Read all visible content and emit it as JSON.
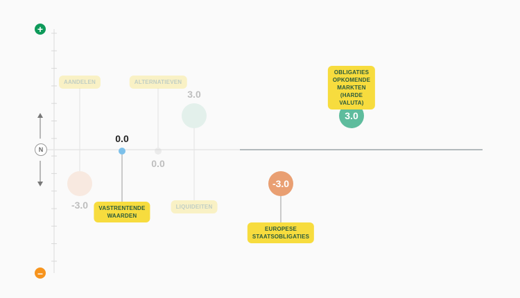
{
  "scale": {
    "plus_symbol": "+",
    "minus_symbol": "–",
    "neutral_label": "N",
    "plus_color": "#0e9a5a",
    "minus_color": "#f7941d"
  },
  "chart_data": {
    "type": "scatter",
    "ylim": [
      -5,
      5
    ],
    "items": [
      {
        "label": "AANDELEN",
        "value": -3.0,
        "value_label": "-3.0",
        "highlighted": false,
        "color": "#f4c9ae"
      },
      {
        "label": "VASTRENTENDE\nWAARDEN",
        "value": 0.0,
        "value_label": "0.0",
        "highlighted": true,
        "color": "#7cc0ea"
      },
      {
        "label": "ALTERNATIEVEN",
        "value": 0.0,
        "value_label": "0.0",
        "highlighted": false,
        "color": "#cfcfcf"
      },
      {
        "label": "LIQUIDEITEN",
        "value": 3.0,
        "value_label": "3.0",
        "highlighted": false,
        "color": "#b6dccf"
      },
      {
        "label": "EUROPESE\nSTAATSOBLIGATIES",
        "value": -3.0,
        "value_label": "-3.0",
        "highlighted": true,
        "color": "#e99f72"
      },
      {
        "label": "OBLIGATIES\nOPKOMENDE\nMARKTEN\n(HARDE\nVALUTA)",
        "value": 3.0,
        "value_label": "3.0",
        "highlighted": true,
        "color": "#5ebc9d"
      }
    ]
  }
}
